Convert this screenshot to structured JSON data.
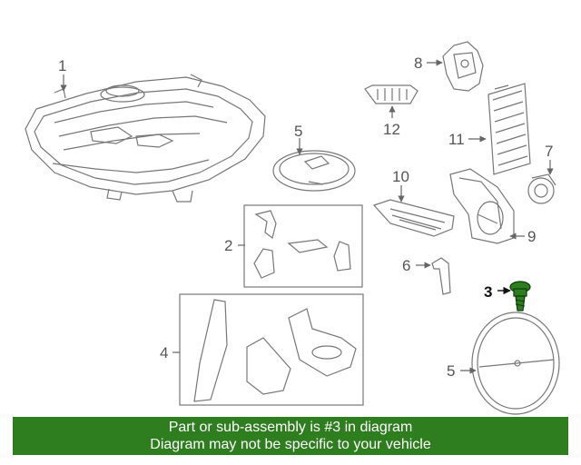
{
  "callouts": {
    "c1": "1",
    "c2": "2",
    "c3": "3",
    "c4": "4",
    "c5a": "5",
    "c5b": "5",
    "c6": "6",
    "c7": "7",
    "c8": "8",
    "c9": "9",
    "c10": "10",
    "c11": "11",
    "c12": "12"
  },
  "highlight_color": "#2e7d1e",
  "banner": {
    "line1": "Part or sub-assembly is #3 in diagram",
    "line2": "Diagram may not be specific to your vehicle"
  }
}
